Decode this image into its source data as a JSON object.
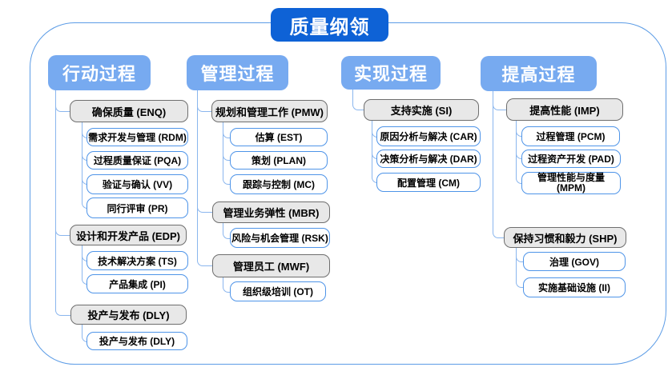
{
  "title": "质量纲领",
  "colors": {
    "title_bg": "#0e62d6",
    "header_bg": "#77aaf0",
    "group_fill": "#e8e8e8",
    "group_border": "#6e6e6e",
    "leaf_border": "#4e94e8",
    "connector": "#8ab6ee",
    "frame_border": "#5c9ce6"
  },
  "columns": [
    {
      "header": "行动过程",
      "groups": [
        {
          "label": "确保质量 (ENQ)",
          "children": [
            "需求开发与管理 (RDM)",
            "过程质量保证 (PQA)",
            "验证与确认 (VV)",
            "同行评审 (PR)"
          ]
        },
        {
          "label": "设计和开发产品 (EDP)",
          "children": [
            "技术解决方案 (TS)",
            "产品集成 (PI)"
          ]
        },
        {
          "label": "投产与发布 (DLY)",
          "children": [
            "投产与发布 (DLY)"
          ]
        }
      ]
    },
    {
      "header": "管理过程",
      "groups": [
        {
          "label": "规划和管理工作 (PMW)",
          "children": [
            "估算 (EST)",
            "策划 (PLAN)",
            "跟踪与控制 (MC)"
          ]
        },
        {
          "label": "管理业务弹性 (MBR)",
          "children": [
            "风险与机会管理 (RSK)"
          ]
        },
        {
          "label": "管理员工 (MWF)",
          "children": [
            "组织级培训 (OT)"
          ]
        }
      ]
    },
    {
      "header": "实现过程",
      "groups": [
        {
          "label": "支持实施 (SI)",
          "children": [
            "原因分析与解决 (CAR)",
            "决策分析与解决 (DAR)",
            "配置管理 (CM)"
          ]
        }
      ]
    },
    {
      "header": "提高过程",
      "groups": [
        {
          "label": "提高性能 (IMP)",
          "children": [
            "过程管理 (PCM)",
            "过程资产开发 (PAD)",
            "管理性能与度量 (MPM)"
          ]
        },
        {
          "label": "保持习惯和毅力 (SHP)",
          "children": [
            "治理 (GOV)",
            "实施基础设施 (II)"
          ]
        }
      ]
    }
  ]
}
